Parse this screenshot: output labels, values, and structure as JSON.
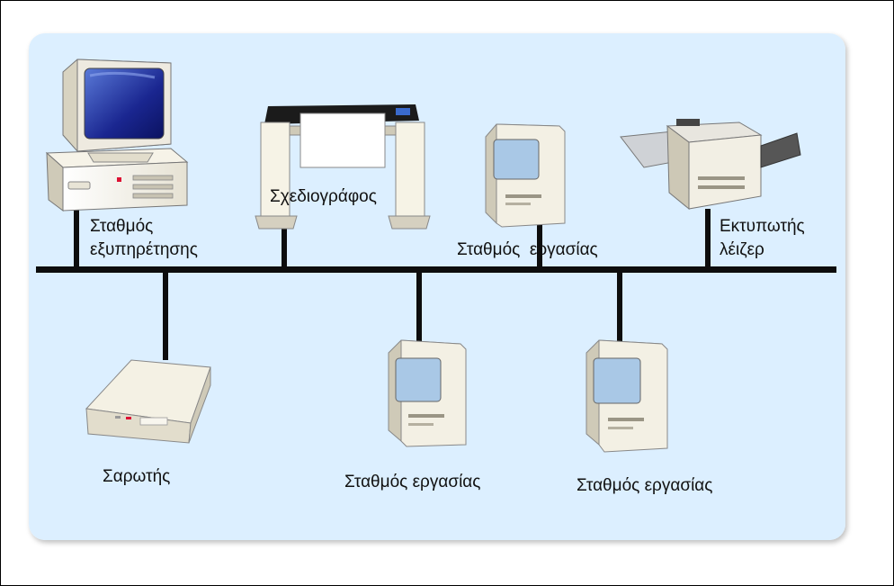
{
  "colors": {
    "panel_bg": "#dcefff",
    "bus": "#0d0d0d",
    "device_body": "#f2efe2",
    "device_shadow": "#cdc8b6",
    "screen": "#a9c8e6",
    "screen_dark": "#1f2a8a"
  },
  "labels": {
    "server_line1": "Σταθμός",
    "server_line2": "εξυπηρέτησης",
    "plotter": "Σχεδιογράφος",
    "workstation_top": "Σταθμός  εργασίας",
    "laser_line1": "Εκτυπωτής",
    "laser_line2": "λέιζερ",
    "scanner": "Σαρωτής",
    "workstation_mid": "Σταθμός εργασίας",
    "workstation_right": "Σταθμός εργασίας"
  },
  "icons": {
    "server": "desktop-computer-icon",
    "plotter": "plotter-icon",
    "workstation": "compact-computer-icon",
    "laser_printer": "laser-printer-icon",
    "scanner": "flatbed-scanner-icon"
  }
}
